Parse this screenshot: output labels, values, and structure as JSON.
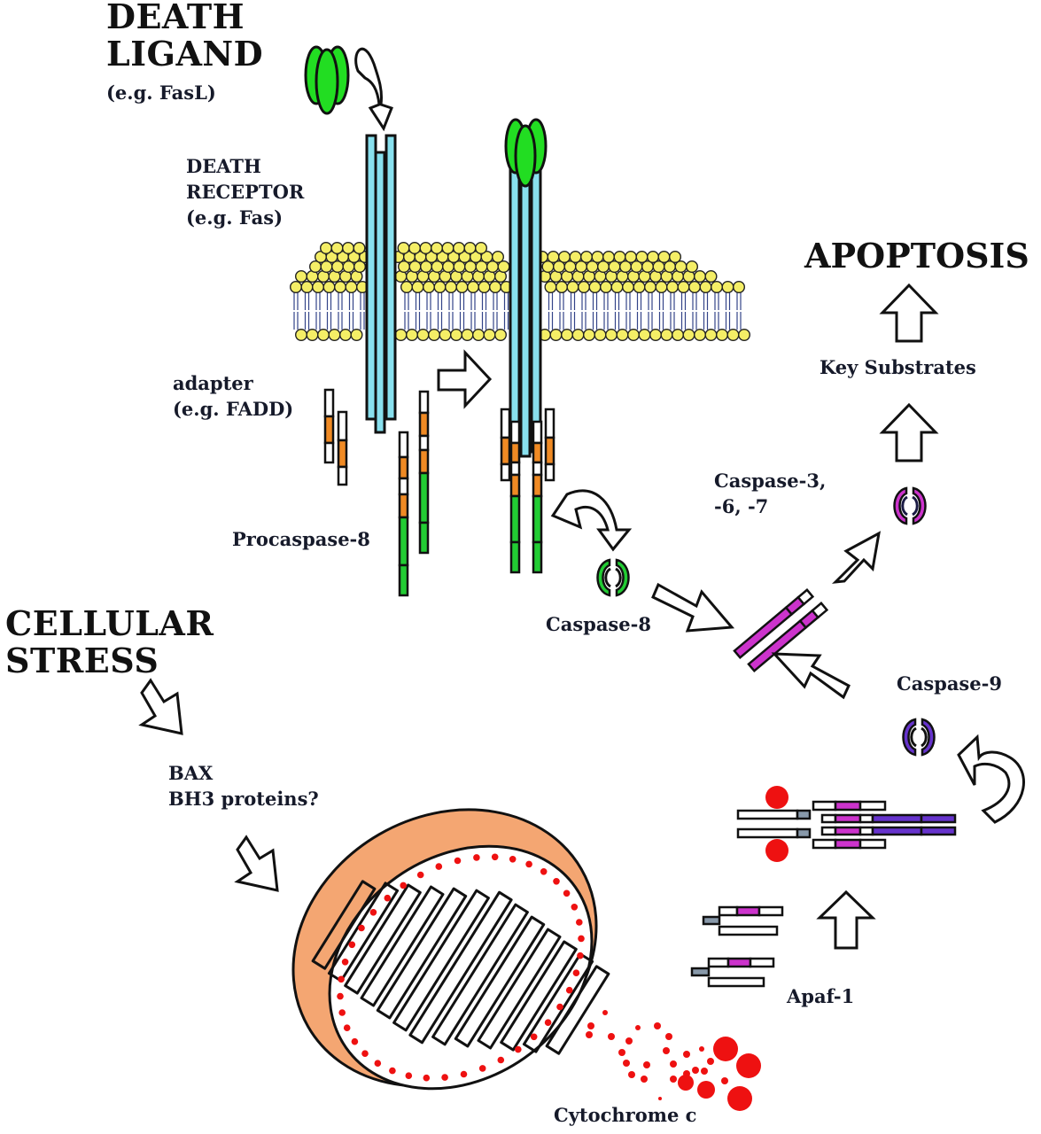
{
  "figure": {
    "title": "Apoptosis signaling pathways: death receptor and mitochondrial routes",
    "colors": {
      "ligand": "#22dd22",
      "receptor": "#88e0ee",
      "adapter_domain": "#f08a24",
      "caspase8": "#22cc33",
      "caspase3": "#cc33cc",
      "caspase9": "#6633cc",
      "membrane_head": "#f4ee66",
      "mito_outer": "#f4a672",
      "cytochrome": "#ee1111",
      "apaf_card": "#8899aa"
    }
  },
  "labels": {
    "death_ligand_line1": "DEATH",
    "death_ligand_line2": "LIGAND",
    "death_ligand_example": "(e.g. FasL)",
    "death_receptor_line1": "DEATH",
    "death_receptor_line2": "RECEPTOR",
    "death_receptor_example": "(e.g. Fas)",
    "adapter_line1": "adapter",
    "adapter_line2": "(e.g. FADD)",
    "procaspase8": "Procaspase-8",
    "caspase8": "Caspase-8",
    "caspase3_line1": "Caspase-3,",
    "caspase3_line2": "-6, -7",
    "key_substrates": "Key Substrates",
    "apoptosis": "APOPTOSIS",
    "cellular_stress_line1": "CELLULAR",
    "cellular_stress_line2": "STRESS",
    "bax_line1": "BAX",
    "bax_line2": "BH3 proteins?",
    "caspase9": "Caspase-9",
    "apaf1": "Apaf-1",
    "cytochrome_c": "Cytochrome c"
  }
}
